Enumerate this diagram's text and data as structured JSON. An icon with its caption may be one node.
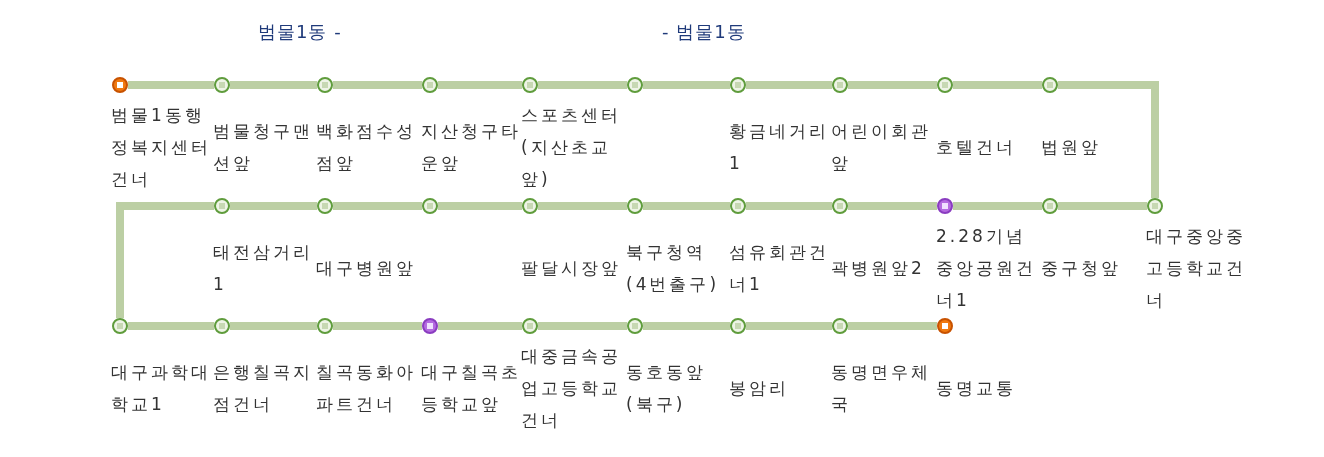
{
  "diagram": {
    "nodes": [
      {
        "text": [],
        "shape": "circle",
        "beside": [
          "범물1동행정복지센터건너"
        ]
      },
      {
        "text": [],
        "shape": "circle",
        "beside": [
          "범물청구맨션앞"
        ]
      },
      {
        "text": [],
        "shape": "circle",
        "beside": [
          "백화점수성점앞"
        ]
      },
      {
        "text": [],
        "shape": "circle",
        "beside": [
          "지산청구타운앞"
        ]
      },
      {
        "text": [],
        "shape": "circle",
        "beside": [
          "스포츠센터(지산초교앞)"
        ]
      },
      {
        "text": [],
        "shape": "circle"
      },
      {
        "text": [],
        "shape": "circle",
        "beside": [
          "황금네거리1"
        ]
      },
      {
        "text": [],
        "shape": "circle",
        "beside": [
          "어린이회관앞"
        ]
      },
      {
        "text": [],
        "shape": "circle",
        "beside": [
          "호텔건너"
        ]
      },
      {
        "text": [],
        "shape": "circle",
        "beside": [
          "법원앞"
        ]
      },
      {
        "text": [],
        "shape": "circle",
        "beside": [
          "대구중앙중고등학교건너"
        ]
      },
      {
        "text": [],
        "shape": "circle",
        "beside": [
          "중구청앞"
        ]
      },
      {
        "text": [],
        "shape": "circle",
        "beside": [
          "2.28기념중앙공원건너1"
        ]
      },
      {
        "text": [],
        "shape": "circle",
        "beside": [
          "곽병원앞2"
        ]
      },
      {
        "text": [],
        "shape": "circle",
        "beside": [
          "섬유회관건너1"
        ]
      },
      {
        "text": [],
        "shape": "circle",
        "beside": [
          "북구청역(4번출구)"
        ]
      },
      {
        "text": [],
        "shape": "circle",
        "beside": [
          "팔달시장앞"
        ]
      },
      {
        "text": [],
        "shape": "circle"
      },
      {
        "text": [],
        "shape": "circle",
        "beside": [
          "대구병원앞"
        ]
      },
      {
        "text": [],
        "shape": "circle",
        "beside": [
          "태전삼거리1"
        ]
      },
      {
        "text": [],
        "shape": "circle",
        "beside": [
          "대구과학대학교1"
        ]
      },
      {
        "text": [],
        "shape": "circle",
        "beside": [
          "은행칠곡지점건너"
        ]
      },
      {
        "text": [],
        "shape": "circle",
        "beside": [
          "칠곡동화아파트건너"
        ]
      },
      {
        "text": [],
        "shape": "circle",
        "beside": [
          "대구칠곡초등학교앞"
        ]
      },
      {
        "text": [],
        "shape": "circle",
        "beside": [
          "대중금속공업고등학교건너"
        ]
      },
      {
        "text": [],
        "shape": "circle",
        "beside": [
          "동호동앞(북구)"
        ]
      },
      {
        "text": [],
        "shape": "circle",
        "beside": [
          "봉암리"
        ]
      },
      {
        "text": [],
        "shape": "circle",
        "beside": [
          "동명면우체국"
        ]
      },
      {
        "text": [],
        "shape": "circle",
        "beside": [
          "동명교통"
        ]
      }
    ],
    "edges": [
      {
        "from": 0,
        "to": 1,
        "arrow": "none"
      },
      {
        "from": 1,
        "to": 2,
        "arrow": "none"
      },
      {
        "from": 2,
        "to": 3,
        "arrow": "none"
      },
      {
        "from": 3,
        "to": 4,
        "arrow": "none"
      },
      {
        "from": 4,
        "to": 5,
        "arrow": "none"
      },
      {
        "from": 5,
        "to": 6,
        "arrow": "none"
      },
      {
        "from": 6,
        "to": 7,
        "arrow": "none"
      },
      {
        "from": 7,
        "to": 8,
        "arrow": "none"
      },
      {
        "from": 8,
        "to": 9,
        "arrow": "none"
      },
      {
        "from": 9,
        "to": 10,
        "arrow": "none"
      },
      {
        "from": 10,
        "to": 11,
        "arrow": "none"
      },
      {
        "from": 11,
        "to": 12,
        "arrow": "none"
      },
      {
        "from": 12,
        "to": 13,
        "arrow": "none"
      },
      {
        "from": 13,
        "to": 14,
        "arrow": "none"
      },
      {
        "from": 14,
        "to": 15,
        "arrow": "none"
      },
      {
        "from": 15,
        "to": 16,
        "arrow": "none"
      },
      {
        "from": 16,
        "to": 17,
        "arrow": "none"
      },
      {
        "from": 17,
        "to": 18,
        "arrow": "none"
      },
      {
        "from": 18,
        "to": 19,
        "arrow": "none"
      },
      {
        "from": 19,
        "to": 20,
        "arrow": "none"
      },
      {
        "from": 20,
        "to": 21,
        "arrow": "none"
      },
      {
        "from": 21,
        "to": 22,
        "arrow": "none"
      },
      {
        "from": 22,
        "to": 23,
        "arrow": "none"
      },
      {
        "from": 23,
        "to": 24,
        "arrow": "none"
      },
      {
        "from": 24,
        "to": 25,
        "arrow": "none"
      },
      {
        "from": 25,
        "to": 26,
        "arrow": "none"
      },
      {
        "from": 26,
        "to": 27,
        "arrow": "none"
      },
      {
        "from": 27,
        "to": 28,
        "arrow": "none"
      }
    ],
    "labels": [
      "범물1동 -",
      "- 범물1동"
    ]
  }
}
